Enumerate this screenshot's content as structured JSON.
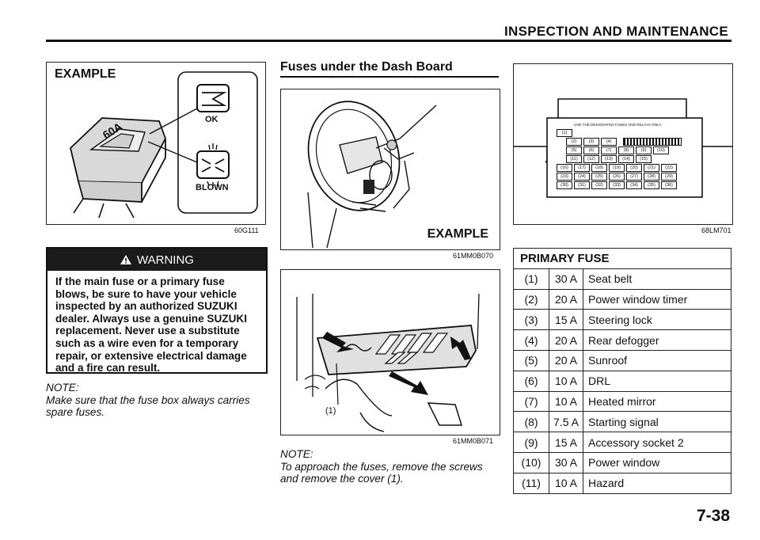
{
  "header": {
    "title": "INSPECTION AND MAINTENANCE"
  },
  "fig_example": {
    "label": "EXAMPLE",
    "ok": "OK",
    "blown": "BLOWN",
    "fuse_rating": "60A",
    "code": "60G111"
  },
  "warning": {
    "title": "WARNING",
    "text": "If the main fuse or a primary fuse blows, be sure to have your vehicle inspected by an authorized SUZUKI dealer. Always use a genuine SUZUKI replacement. Never use a substitute such as a wire even for a temporary repair, or extensive electrical damage and a fire can result."
  },
  "note_left": {
    "label": "NOTE:",
    "text": "Make sure that the fuse box always carries spare fuses."
  },
  "section": {
    "title": "Fuses under the Dash Board"
  },
  "fig_dash": {
    "label": "EXAMPLE",
    "code": "61MM0B070"
  },
  "fig_cover": {
    "callout": "(1)",
    "code": "61MM0B071"
  },
  "note_mid": {
    "label": "NOTE:",
    "text": "To approach the fuses, remove the screws and remove the cover (1)."
  },
  "fig_box": {
    "code": "68LM701",
    "caption": "USE THE DESIGNATED FUSES AND RELAYS ONLY.",
    "rows": [
      [
        "(1)"
      ],
      [
        "(2)",
        "(3)",
        "(4)"
      ],
      [
        "(5)",
        "(6)",
        "(7)",
        "(8)",
        "(9)",
        "(10)"
      ],
      [
        "(11)",
        "(12)",
        "(13)",
        "(14)",
        "(15)"
      ],
      [
        "(16)",
        "(17)",
        "(18)",
        "(19)",
        "(20)",
        "(21)",
        "(22)"
      ],
      [
        "(23)",
        "(24)",
        "(25)",
        "(26)",
        "(27)",
        "(28)",
        "(29)"
      ],
      [
        "(30)",
        "(31)",
        "(32)",
        "(33)",
        "(34)",
        "(35)",
        "(36)"
      ]
    ]
  },
  "primary_fuse": {
    "title": "PRIMARY FUSE",
    "rows": [
      {
        "num": "(1)",
        "amp": "30 A",
        "desc": "Seat belt"
      },
      {
        "num": "(2)",
        "amp": "20 A",
        "desc": "Power window timer"
      },
      {
        "num": "(3)",
        "amp": "15 A",
        "desc": "Steering lock"
      },
      {
        "num": "(4)",
        "amp": "20 A",
        "desc": "Rear defogger"
      },
      {
        "num": "(5)",
        "amp": "20 A",
        "desc": "Sunroof"
      },
      {
        "num": "(6)",
        "amp": "10 A",
        "desc": "DRL"
      },
      {
        "num": "(7)",
        "amp": "10 A",
        "desc": "Heated mirror"
      },
      {
        "num": "(8)",
        "amp": "7.5 A",
        "desc": "Starting signal"
      },
      {
        "num": "(9)",
        "amp": "15 A",
        "desc": "Accessory socket 2"
      },
      {
        "num": "(10)",
        "amp": "30 A",
        "desc": "Power window"
      },
      {
        "num": "(11)",
        "amp": "10 A",
        "desc": "Hazard"
      }
    ]
  },
  "page": {
    "number": "7-38"
  }
}
